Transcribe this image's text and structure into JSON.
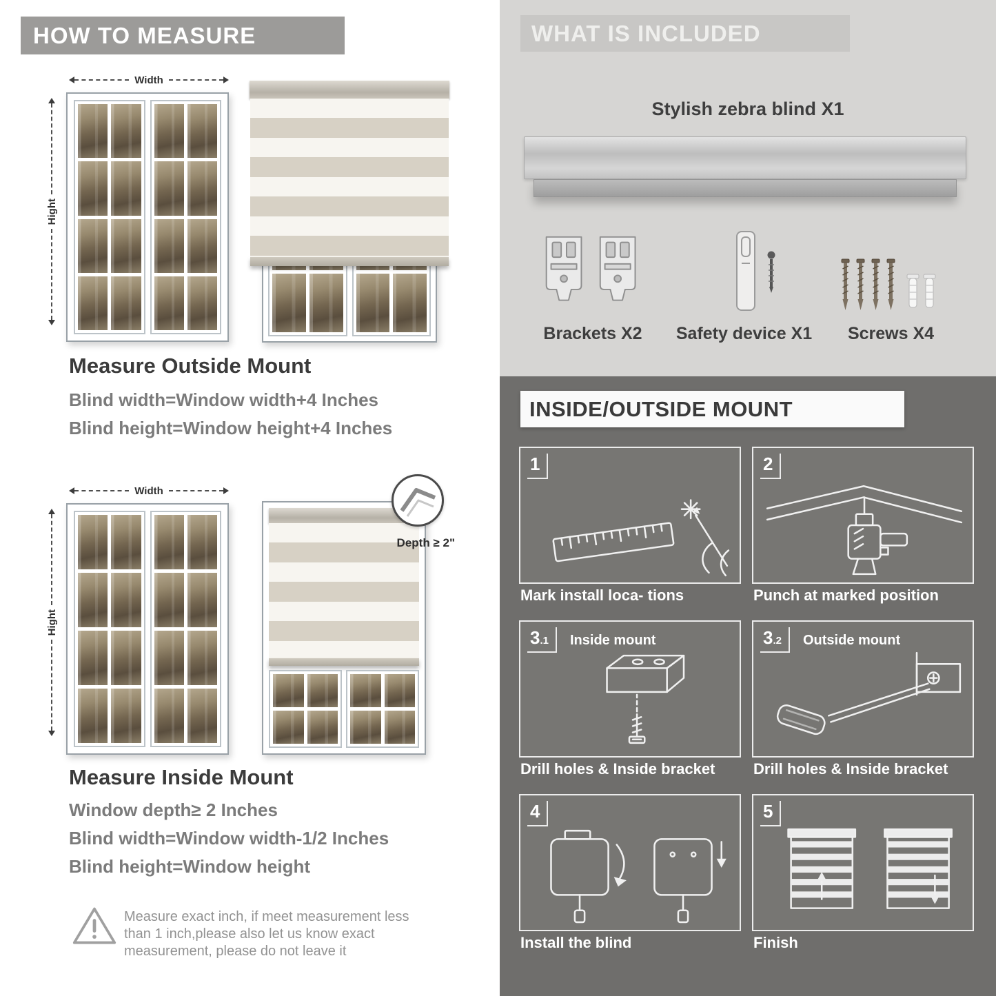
{
  "colors": {
    "banner-gray": "#9c9b99",
    "band-gray": "#c8c7c5",
    "light-section": "#d6d5d3",
    "dark-section": "#6f6e6c",
    "panel-gray": "#777673",
    "heading-dark": "#3b3b3b",
    "formula-gray": "#7b7b7b",
    "note-gray": "#929292"
  },
  "measure": {
    "header": "HOW TO MEASURE",
    "width_label": "Width",
    "height_label": "Hight",
    "outside": {
      "title": "Measure Outside Mount",
      "lines": [
        "Blind width=Window width+4 Inches",
        "Blind height=Window height+4 Inches"
      ]
    },
    "inside": {
      "title": "Measure Inside Mount",
      "depth_callout": "Depth ≥ 2\"",
      "lines": [
        "Window depth≥ 2 Inches",
        "Blind width=Window width-1/2 Inches",
        "Blind height=Window height"
      ]
    },
    "note_lines": [
      "Measure exact inch, if meet measurement less",
      "than 1 inch,please also let us know exact",
      "measurement, please do not leave it"
    ]
  },
  "included": {
    "header": "WHAT IS INCLUDED",
    "blind_label": "Stylish zebra blind X1",
    "items": [
      {
        "label": "Brackets X2",
        "icon": "brackets-icon"
      },
      {
        "label": "Safety device X1",
        "icon": "safety-device-icon"
      },
      {
        "label": "Screws X4",
        "icon": "screws-icon"
      }
    ]
  },
  "mount": {
    "header": "INSIDE/OUTSIDE MOUNT",
    "steps": [
      {
        "num": "1",
        "sub": "",
        "title": "",
        "caption": "Mark install loca- tions"
      },
      {
        "num": "2",
        "sub": "",
        "title": "",
        "caption": "Punch at  marked position"
      },
      {
        "num": "3",
        "sub": ".1",
        "title": "Inside mount",
        "caption": "Drill holes &  Inside bracket"
      },
      {
        "num": "3",
        "sub": ".2",
        "title": "Outside mount",
        "caption": "Drill holes &  Inside bracket"
      },
      {
        "num": "4",
        "sub": "",
        "title": "",
        "caption": "Install the blind"
      },
      {
        "num": "5",
        "sub": "",
        "title": "",
        "caption": "Finish"
      }
    ]
  }
}
